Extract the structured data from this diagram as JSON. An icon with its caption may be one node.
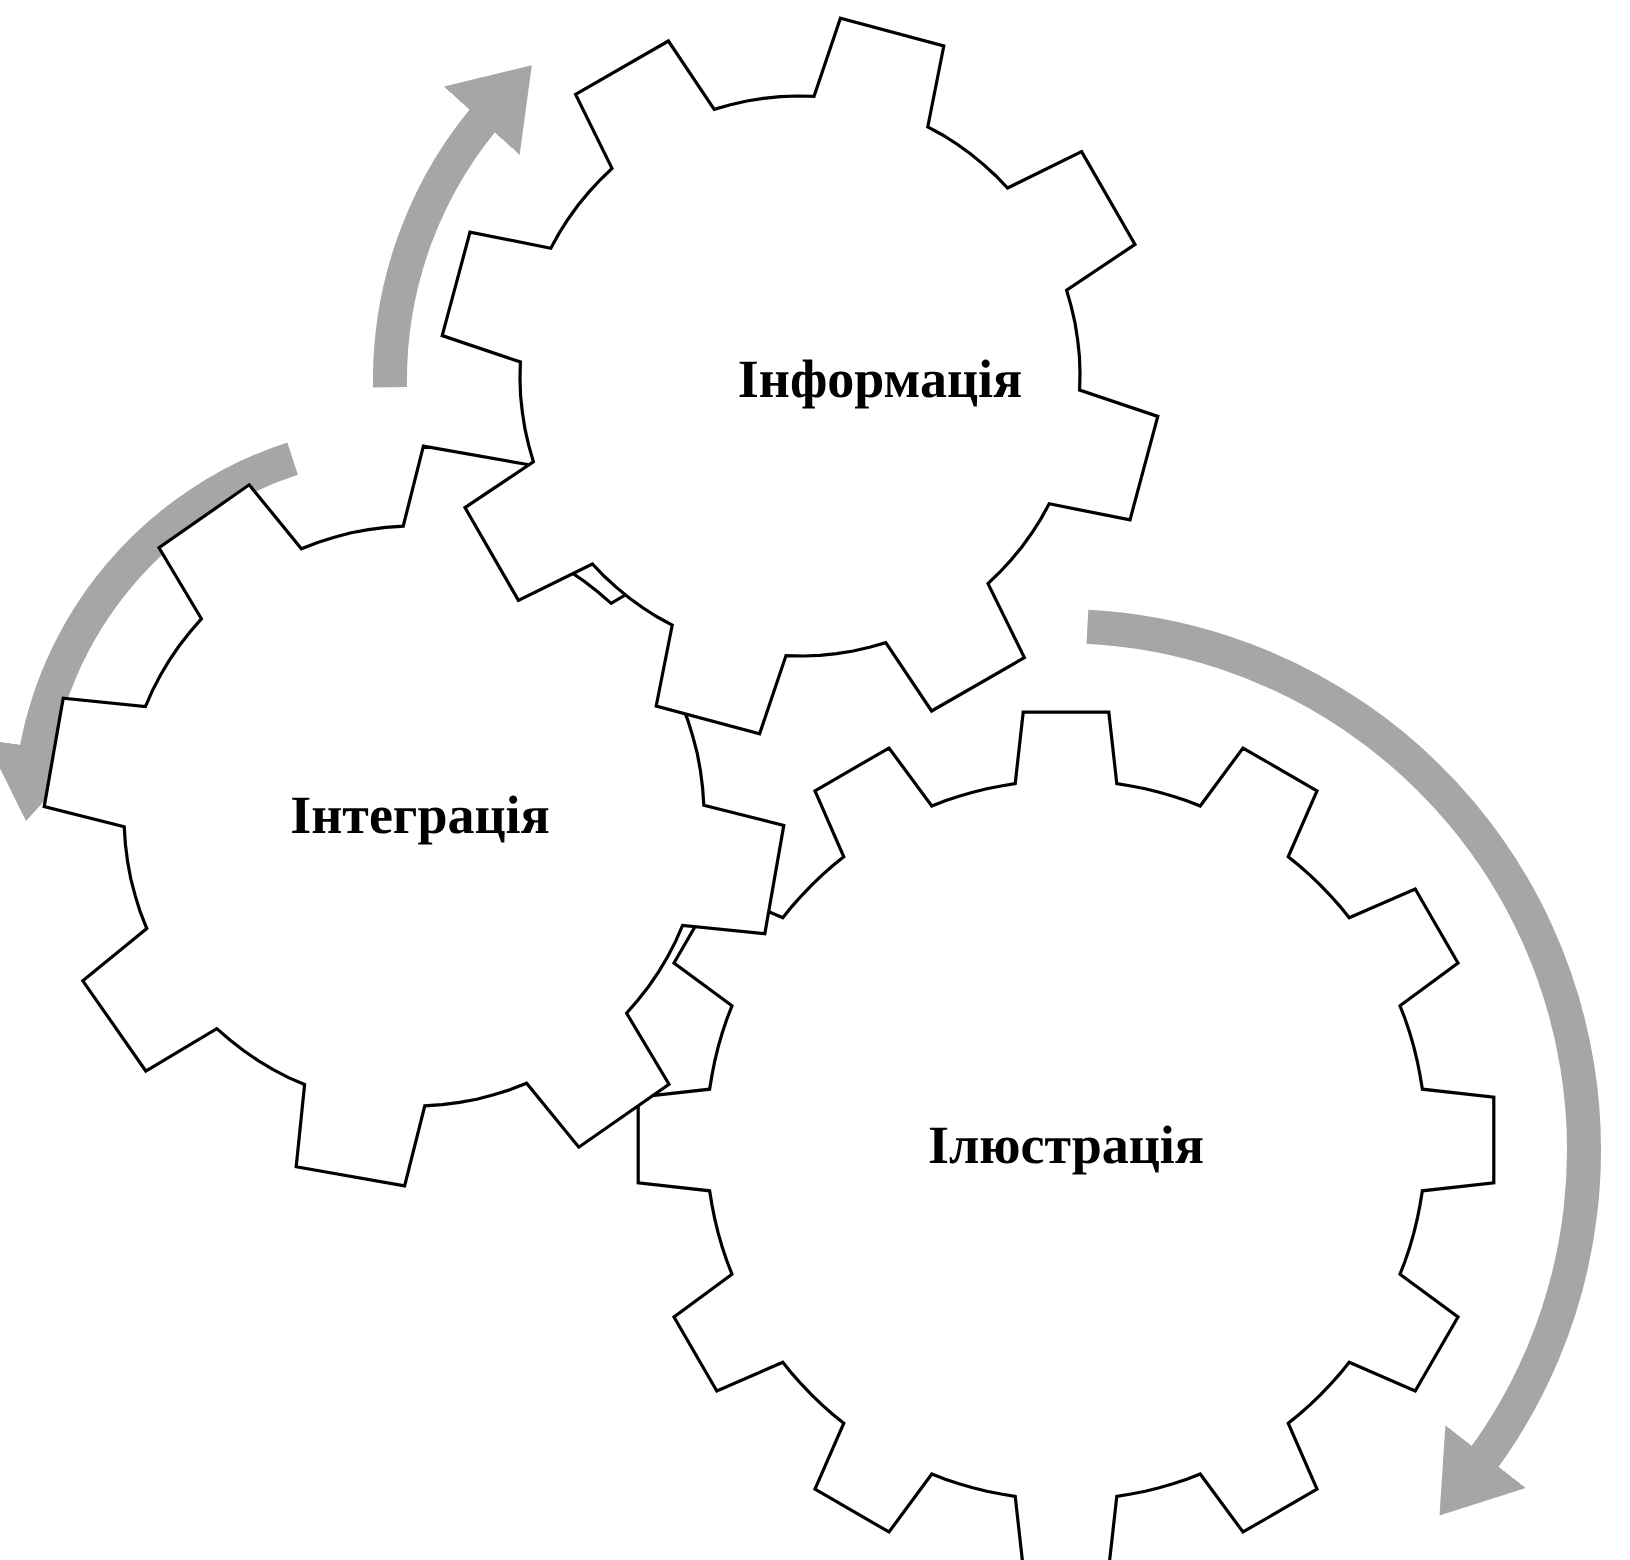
{
  "diagram": {
    "nodes": [
      {
        "text": [
          "Інформація"
        ]
      },
      {
        "text": [
          "Інтеграція"
        ]
      },
      {
        "text": [
          "Ілюстрація"
        ]
      }
    ]
  }
}
